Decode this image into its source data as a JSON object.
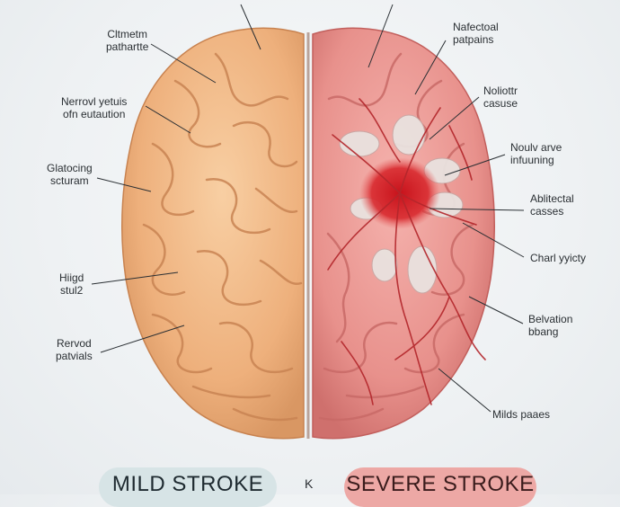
{
  "labels_left": [
    {
      "id": "l1",
      "lines": [
        "Cltmetm",
        "pathartte"
      ]
    },
    {
      "id": "l2",
      "lines": [
        "Nerrovl yetuis",
        "ofn eutaution"
      ]
    },
    {
      "id": "l3",
      "lines": [
        "Glatocing",
        "scturam"
      ]
    },
    {
      "id": "l4",
      "lines": [
        "Hiigd",
        "stul2"
      ]
    },
    {
      "id": "l5",
      "lines": [
        "Rervod",
        "patvials"
      ]
    }
  ],
  "labels_right": [
    {
      "id": "r1",
      "lines": [
        "Nafectoal",
        "patpains"
      ]
    },
    {
      "id": "r2",
      "lines": [
        "Noliottr",
        "casuse"
      ]
    },
    {
      "id": "r3",
      "lines": [
        "Noulv arve",
        "infuuning"
      ]
    },
    {
      "id": "r4",
      "lines": [
        "Ablitectal",
        "casses"
      ]
    },
    {
      "id": "r5",
      "lines": [
        "Charl yyicty"
      ]
    },
    {
      "id": "r6",
      "lines": [
        "Belvation",
        "bbang"
      ]
    },
    {
      "id": "r7",
      "lines": [
        "Milds paaes"
      ]
    }
  ],
  "bottom": {
    "mild_label": "MILD STROKE",
    "separator": "K",
    "severe_label": "SEVERE STROKE"
  },
  "colors": {
    "mild_hemisphere": "#f0b27e",
    "severe_hemisphere": "#e98a86",
    "vessels": "#b3262b",
    "mild_pill": "#d7e4e6",
    "severe_pill": "#eda8a5"
  }
}
